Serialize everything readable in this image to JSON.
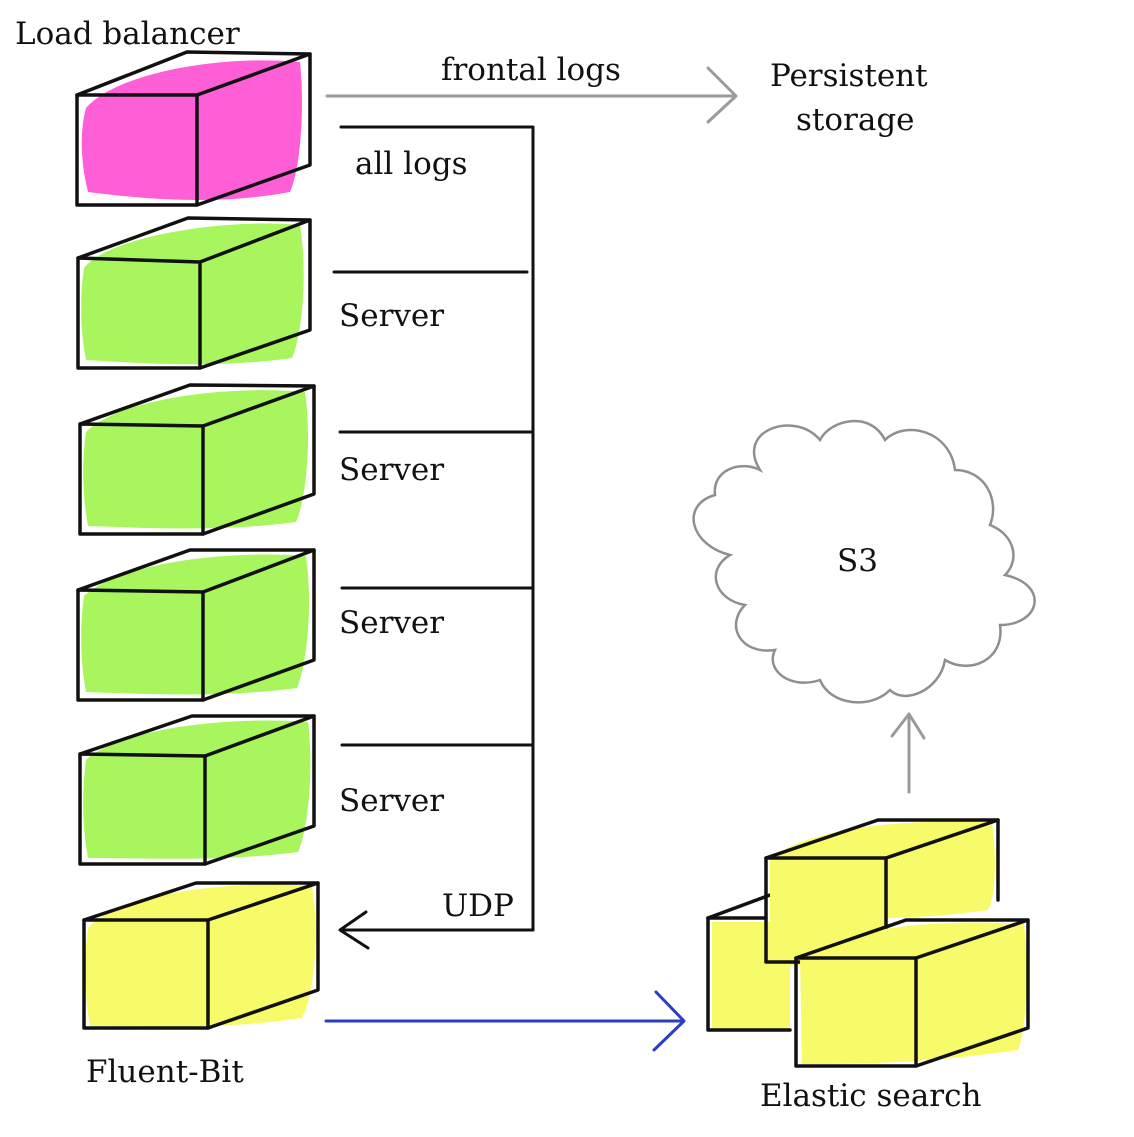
{
  "nodes": {
    "load_balancer": {
      "label": "Load balancer",
      "fill": "#ff5fd6"
    },
    "servers": [
      {
        "label": "Server",
        "fill": "#a8f55e"
      },
      {
        "label": "Server",
        "fill": "#a8f55e"
      },
      {
        "label": "Server",
        "fill": "#a8f55e"
      },
      {
        "label": "Server",
        "fill": "#a8f55e"
      }
    ],
    "fluent_bit": {
      "label": "Fluent-Bit",
      "fill": "#f7fb6a"
    },
    "persistent_storage": {
      "line1": "Persistent",
      "line2": "storage"
    },
    "s3": {
      "label": "S3"
    },
    "elastic_search": {
      "label": "Elastic search",
      "fill": "#f7fb6a"
    }
  },
  "edges": {
    "frontal_logs": {
      "label": "frontal logs",
      "color": "#9a9a9a"
    },
    "all_logs": {
      "label": "all logs",
      "color": "#111111"
    },
    "udp": {
      "label": "UDP",
      "color": "#111111"
    },
    "fluent_to_elastic": {
      "color": "#2b3fc0"
    },
    "elastic_to_s3": {
      "color": "#9a9a9a"
    }
  }
}
